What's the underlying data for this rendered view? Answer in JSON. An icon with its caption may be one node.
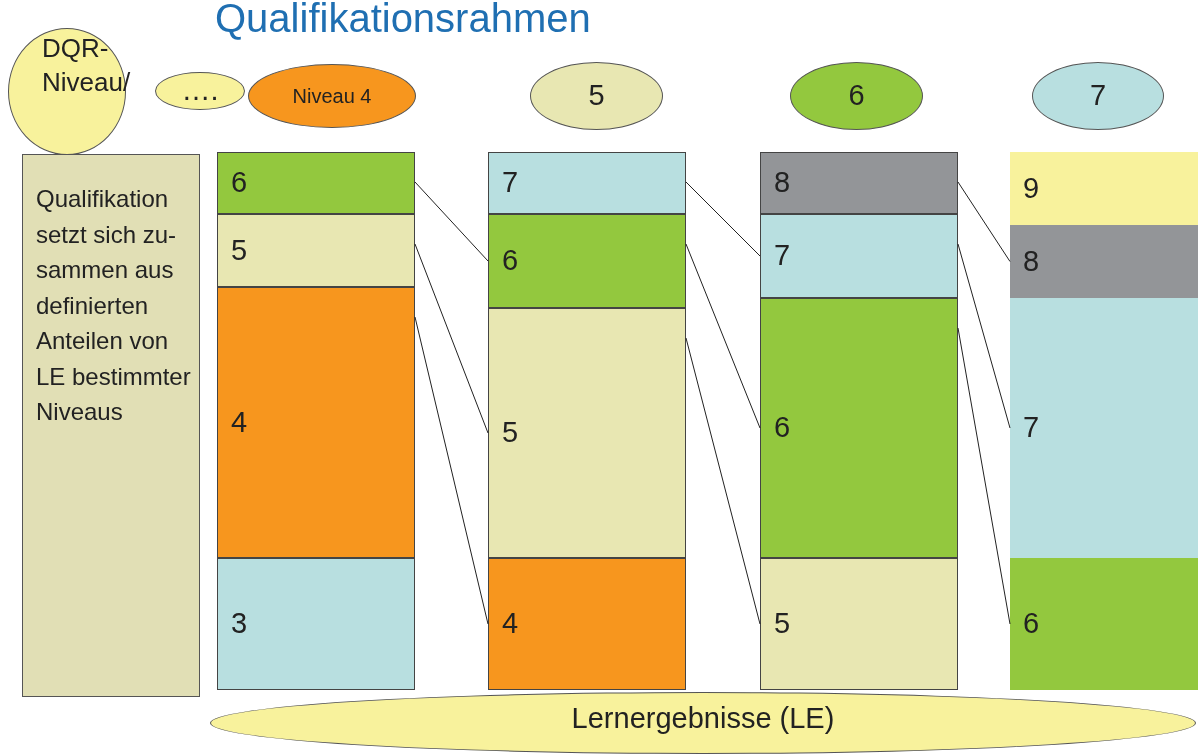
{
  "diagram": {
    "title": "Qualifikationsrahmen",
    "nodes": [
      {
        "text": [
          "DQR- Niveau/"
        ]
      },
      {
        "text": [
          "…."
        ]
      },
      {
        "text": [
          "Niveau 4"
        ]
      },
      {
        "text": [
          "5"
        ]
      },
      {
        "text": [
          "6"
        ]
      },
      {
        "text": [
          "7"
        ]
      },
      {
        "text": [
          "Qualifikation setzt sich zu- sammen aus definierten Anteilen von LE bestimmter Niveaus"
        ]
      },
      {
        "text": [
          "6"
        ]
      },
      {
        "text": [
          "5"
        ]
      },
      {
        "text": [
          "4"
        ]
      },
      {
        "text": [
          "3"
        ]
      },
      {
        "text": [
          "7"
        ]
      },
      {
        "text": [
          "6"
        ]
      },
      {
        "text": [
          "5"
        ]
      },
      {
        "text": [
          "4"
        ]
      },
      {
        "text": [
          "8"
        ]
      },
      {
        "text": [
          "7"
        ]
      },
      {
        "text": [
          "6"
        ]
      },
      {
        "text": [
          "5"
        ]
      },
      {
        "text": [
          "9"
        ]
      },
      {
        "text": [
          "8"
        ]
      },
      {
        "text": [
          "7"
        ]
      },
      {
        "text": [
          "6"
        ]
      },
      {
        "text": [
          "Lernergebnisse (LE)"
        ]
      }
    ],
    "edges": [
      {
        "from": 7,
        "to": 12,
        "arrow": "none"
      },
      {
        "from": 8,
        "to": 13,
        "arrow": "none"
      },
      {
        "from": 9,
        "to": 14,
        "arrow": "none"
      },
      {
        "from": 11,
        "to": 16,
        "arrow": "none"
      },
      {
        "from": 12,
        "to": 17,
        "arrow": "none"
      },
      {
        "from": 13,
        "to": 18,
        "arrow": "none"
      },
      {
        "from": 15,
        "to": 20,
        "arrow": "none"
      },
      {
        "from": 16,
        "to": 21,
        "arrow": "none"
      },
      {
        "from": 17,
        "to": 22,
        "arrow": "none"
      }
    ]
  }
}
